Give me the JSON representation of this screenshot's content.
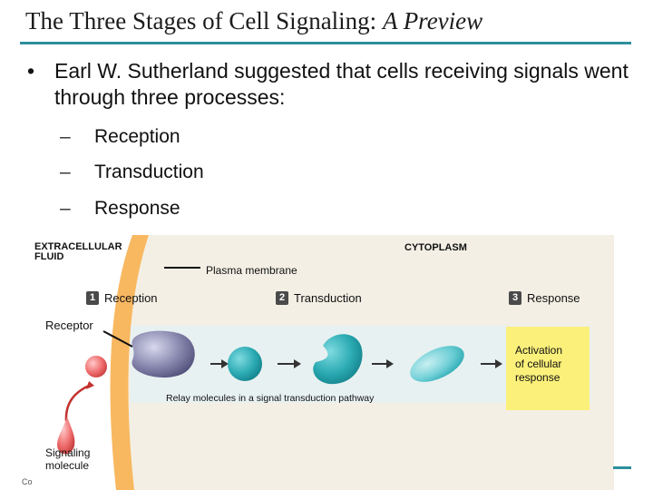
{
  "slide": {
    "title_plain": "The Three Stages of Cell Signaling: ",
    "title_italic": "A Preview",
    "bullet": "Earl W. Sutherland suggested that cells receiving signals went through three processes:",
    "sub_items": [
      "Reception",
      "Transduction",
      "Response"
    ],
    "footer_fragment": "Co"
  },
  "diagram": {
    "region_extracellular": "EXTRACELLULAR\nFLUID",
    "region_cytoplasm": "CYTOPLASM",
    "plasma_membrane": "Plasma membrane",
    "steps": [
      {
        "num": "1",
        "label": "Reception"
      },
      {
        "num": "2",
        "label": "Transduction"
      },
      {
        "num": "3",
        "label": "Response"
      }
    ],
    "receptor": "Receptor",
    "activation": "Activation\nof cellular\nresponse",
    "relay": "Relay molecules in a signal transduction pathway",
    "signaling_molecule": "Signaling\nmolecule"
  },
  "colors": {
    "title_rule": "#2f8f9c",
    "cytoplasm": "#f3efe4",
    "membrane": "#f8b860",
    "pathway_band": "#e8f1f1",
    "response_box": "#fbf07a",
    "receptor": "#8a8ab0",
    "relay_molecule": "#2aa9b2",
    "signaling_molecule": "#ee6a6a"
  }
}
